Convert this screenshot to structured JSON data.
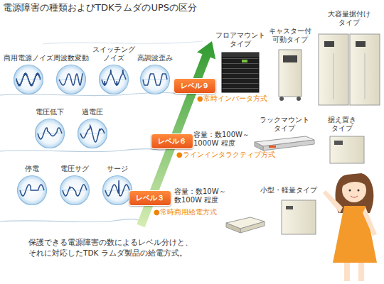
{
  "diagram": {
    "title": "電源障害の種類およびTDKラムダのUPSの区分",
    "caption": "保護できる電源障害の数によるレベル分けと、それに対応したTDK ラムダ製品の給電方式。",
    "nodes": [
      {
        "text": [
          "商用電源ノイズ"
        ]
      },
      {
        "text": [
          "周波数変動"
        ]
      },
      {
        "text": [
          "スイッチングノイズ"
        ]
      },
      {
        "text": [
          "高調波歪み"
        ]
      },
      {
        "text": [
          "電圧低下"
        ]
      },
      {
        "text": [
          "過電圧"
        ]
      },
      {
        "text": [
          "停電"
        ]
      },
      {
        "text": [
          "電圧サグ"
        ]
      },
      {
        "text": [
          "サージ"
        ]
      },
      {
        "text": [
          "レベル９"
        ]
      },
      {
        "text": [
          "レベル６"
        ]
      },
      {
        "text": [
          "レベル３"
        ]
      }
    ],
    "labels": [
      "●常時インバータ方式",
      "●ラインインタラクティブ方式",
      "●常時商用給電方式",
      "容量：数100W～ 1000W 程度",
      "容量：数10W～ 数100W 程度",
      "フロアマウント タイプ",
      "キャスター付 可動タイプ",
      "大容量据付け タイプ",
      "ラックマウント タイプ",
      "据え置き タイプ",
      "小型・軽量タイプ"
    ]
  }
}
